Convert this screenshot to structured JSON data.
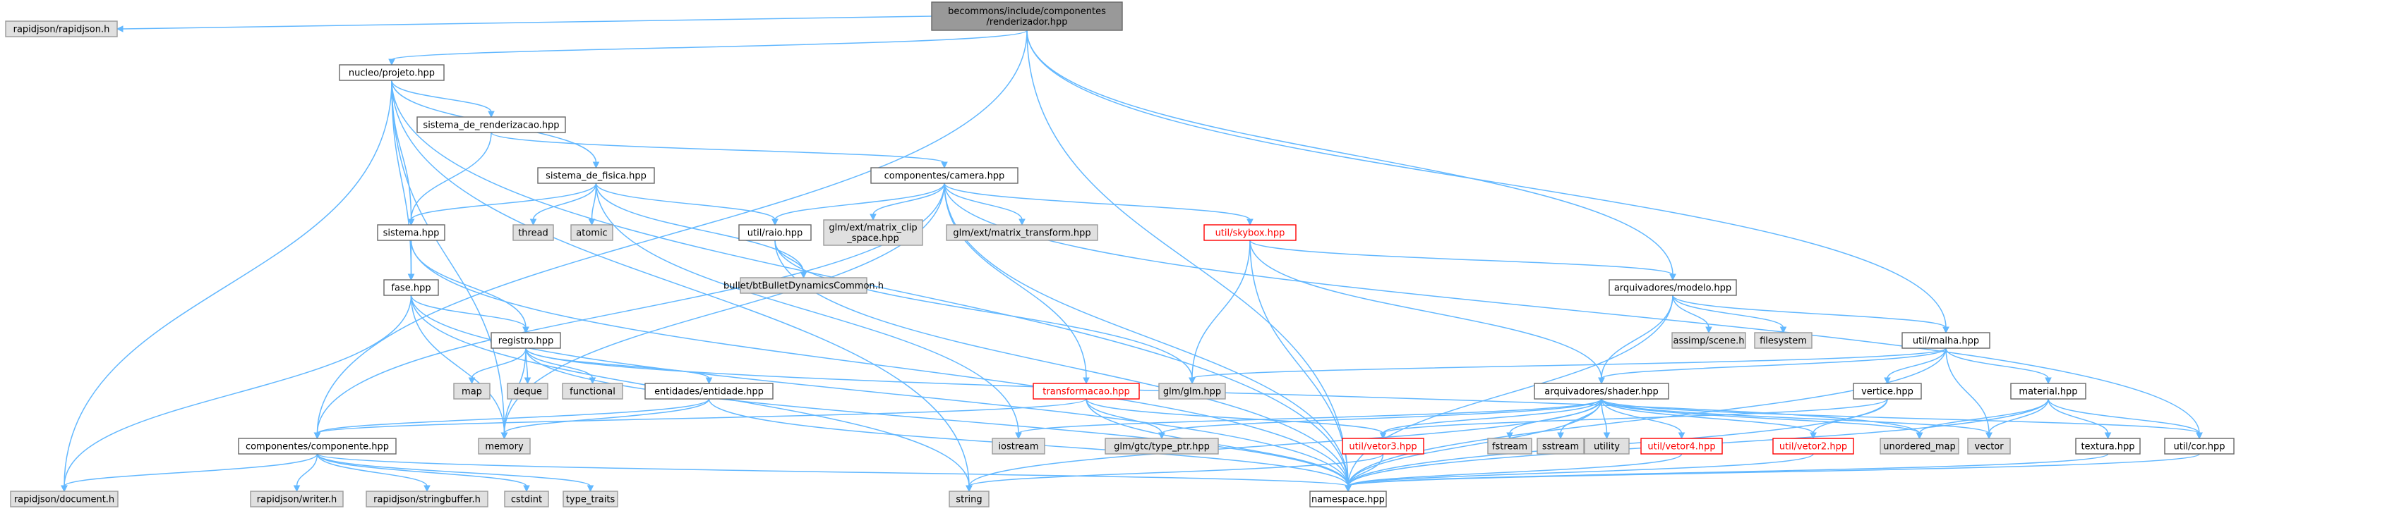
{
  "colors": {
    "root_fill": "#999999",
    "node_fill": "#ffffff",
    "node_stroke": "#666666",
    "external_fill": "#e0e0e0",
    "external_stroke": "#999999",
    "red_stroke": "#ff0000",
    "red_text": "#ff0000",
    "text": "#000000",
    "edge": "#63b8ff"
  },
  "nodes": [
    {
      "id": "root",
      "kind": "root",
      "lines": [
        "becommons/include/componentes",
        "/renderizador.hpp"
      ]
    },
    {
      "id": "rapidjson",
      "kind": "external",
      "lines": [
        "rapidjson/rapidjson.h"
      ]
    },
    {
      "id": "nucleo",
      "kind": "normal",
      "lines": [
        "nucleo/projeto.hpp"
      ]
    },
    {
      "id": "sisrender",
      "kind": "normal",
      "lines": [
        "sistema_de_renderizacao.hpp"
      ]
    },
    {
      "id": "camera",
      "kind": "normal",
      "lines": [
        "componentes/camera.hpp"
      ]
    },
    {
      "id": "fisica",
      "kind": "normal",
      "lines": [
        "sistema_de_fisica.hpp"
      ]
    },
    {
      "id": "sistema",
      "kind": "normal",
      "lines": [
        "sistema.hpp"
      ]
    },
    {
      "id": "thread",
      "kind": "external",
      "lines": [
        "thread"
      ]
    },
    {
      "id": "atomic",
      "kind": "external",
      "lines": [
        "atomic"
      ]
    },
    {
      "id": "raio",
      "kind": "normal",
      "lines": [
        "util/raio.hpp"
      ]
    },
    {
      "id": "clip",
      "kind": "external",
      "lines": [
        "glm/ext/matrix_clip",
        "_space.hpp"
      ]
    },
    {
      "id": "mtrans",
      "kind": "external",
      "lines": [
        "glm/ext/matrix_transform.hpp"
      ]
    },
    {
      "id": "skybox",
      "kind": "red",
      "lines": [
        "util/skybox.hpp"
      ]
    },
    {
      "id": "bullet",
      "kind": "external",
      "lines": [
        "bullet/btBulletDynamicsCommon.h"
      ]
    },
    {
      "id": "modelo",
      "kind": "normal",
      "lines": [
        "arquivadores/modelo.hpp"
      ]
    },
    {
      "id": "fase",
      "kind": "normal",
      "lines": [
        "fase.hpp"
      ]
    },
    {
      "id": "assimp",
      "kind": "external",
      "lines": [
        "assimp/scene.h"
      ]
    },
    {
      "id": "filesystem",
      "kind": "external",
      "lines": [
        "filesystem"
      ]
    },
    {
      "id": "malha",
      "kind": "normal",
      "lines": [
        "util/malha.hpp"
      ]
    },
    {
      "id": "registro",
      "kind": "normal",
      "lines": [
        "registro.hpp"
      ]
    },
    {
      "id": "glm",
      "kind": "external",
      "lines": [
        "glm/glm.hpp"
      ]
    },
    {
      "id": "map",
      "kind": "external",
      "lines": [
        "map"
      ]
    },
    {
      "id": "deque",
      "kind": "external",
      "lines": [
        "deque"
      ]
    },
    {
      "id": "functional",
      "kind": "external",
      "lines": [
        "functional"
      ]
    },
    {
      "id": "entidade",
      "kind": "normal",
      "lines": [
        "entidades/entidade.hpp"
      ]
    },
    {
      "id": "transf",
      "kind": "red",
      "lines": [
        "transformacao.hpp"
      ]
    },
    {
      "id": "shader",
      "kind": "normal",
      "lines": [
        "arquivadores/shader.hpp"
      ]
    },
    {
      "id": "vertice",
      "kind": "normal",
      "lines": [
        "vertice.hpp"
      ]
    },
    {
      "id": "material",
      "kind": "normal",
      "lines": [
        "material.hpp"
      ]
    },
    {
      "id": "memory",
      "kind": "external",
      "lines": [
        "memory"
      ]
    },
    {
      "id": "componente",
      "kind": "normal",
      "lines": [
        "componentes/componente.hpp"
      ]
    },
    {
      "id": "iostream",
      "kind": "external",
      "lines": [
        "iostream"
      ]
    },
    {
      "id": "typeptr",
      "kind": "external",
      "lines": [
        "glm/gtc/type_ptr.hpp"
      ]
    },
    {
      "id": "vetor3",
      "kind": "red",
      "lines": [
        "util/vetor3.hpp"
      ]
    },
    {
      "id": "fstream",
      "kind": "external",
      "lines": [
        "fstream"
      ]
    },
    {
      "id": "sstream",
      "kind": "external",
      "lines": [
        "sstream"
      ]
    },
    {
      "id": "utility",
      "kind": "external",
      "lines": [
        "utility"
      ]
    },
    {
      "id": "vetor4",
      "kind": "red",
      "lines": [
        "util/vetor4.hpp"
      ]
    },
    {
      "id": "vetor2",
      "kind": "red",
      "lines": [
        "util/vetor2.hpp"
      ]
    },
    {
      "id": "umap",
      "kind": "external",
      "lines": [
        "unordered_map"
      ]
    },
    {
      "id": "vector",
      "kind": "external",
      "lines": [
        "vector"
      ]
    },
    {
      "id": "textura",
      "kind": "normal",
      "lines": [
        "textura.hpp"
      ]
    },
    {
      "id": "cor",
      "kind": "normal",
      "lines": [
        "util/cor.hpp"
      ]
    },
    {
      "id": "document",
      "kind": "external",
      "lines": [
        "rapidjson/document.h"
      ]
    },
    {
      "id": "writer",
      "kind": "external",
      "lines": [
        "rapidjson/writer.h"
      ]
    },
    {
      "id": "strbuf",
      "kind": "external",
      "lines": [
        "rapidjson/stringbuffer.h"
      ]
    },
    {
      "id": "cstdint",
      "kind": "external",
      "lines": [
        "cstdint"
      ]
    },
    {
      "id": "typetraits",
      "kind": "external",
      "lines": [
        "type_traits"
      ]
    },
    {
      "id": "string",
      "kind": "external",
      "lines": [
        "string"
      ]
    },
    {
      "id": "namespace",
      "kind": "normal",
      "lines": [
        "namespace.hpp"
      ]
    }
  ],
  "edges": [
    [
      "root",
      "rapidjson"
    ],
    [
      "root",
      "nucleo"
    ],
    [
      "root",
      "componente"
    ],
    [
      "root",
      "modelo"
    ],
    [
      "root",
      "malha"
    ],
    [
      "root",
      "namespace"
    ],
    [
      "nucleo",
      "sisrender"
    ],
    [
      "nucleo",
      "fisica"
    ],
    [
      "nucleo",
      "sistema"
    ],
    [
      "nucleo",
      "fase"
    ],
    [
      "nucleo",
      "document"
    ],
    [
      "nucleo",
      "string"
    ],
    [
      "nucleo",
      "memory"
    ],
    [
      "nucleo",
      "namespace"
    ],
    [
      "sisrender",
      "camera"
    ],
    [
      "sisrender",
      "sistema"
    ],
    [
      "fisica",
      "sistema"
    ],
    [
      "fisica",
      "thread"
    ],
    [
      "fisica",
      "atomic"
    ],
    [
      "fisica",
      "raio"
    ],
    [
      "fisica",
      "bullet"
    ],
    [
      "fisica",
      "iostream"
    ],
    [
      "camera",
      "raio"
    ],
    [
      "camera",
      "clip"
    ],
    [
      "camera",
      "mtrans"
    ],
    [
      "camera",
      "skybox"
    ],
    [
      "camera",
      "transf"
    ],
    [
      "camera",
      "componente"
    ],
    [
      "camera",
      "memory"
    ],
    [
      "camera",
      "cor"
    ],
    [
      "camera",
      "namespace"
    ],
    [
      "sistema",
      "fase"
    ],
    [
      "sistema",
      "registro"
    ],
    [
      "sistema",
      "namespace"
    ],
    [
      "raio",
      "bullet"
    ],
    [
      "raio",
      "glm"
    ],
    [
      "raio",
      "namespace"
    ],
    [
      "skybox",
      "modelo"
    ],
    [
      "skybox",
      "shader"
    ],
    [
      "skybox",
      "glm"
    ],
    [
      "skybox",
      "namespace"
    ],
    [
      "modelo",
      "assimp"
    ],
    [
      "modelo",
      "filesystem"
    ],
    [
      "modelo",
      "malha"
    ],
    [
      "modelo",
      "shader"
    ],
    [
      "modelo",
      "namespace"
    ],
    [
      "fase",
      "registro"
    ],
    [
      "fase",
      "document"
    ],
    [
      "fase",
      "string"
    ],
    [
      "fase",
      "memory"
    ],
    [
      "fase",
      "namespace"
    ],
    [
      "malha",
      "glm"
    ],
    [
      "malha",
      "shader"
    ],
    [
      "malha",
      "vertice"
    ],
    [
      "malha",
      "material"
    ],
    [
      "malha",
      "vector"
    ],
    [
      "malha",
      "namespace"
    ],
    [
      "registro",
      "map"
    ],
    [
      "registro",
      "deque"
    ],
    [
      "registro",
      "functional"
    ],
    [
      "registro",
      "entidade"
    ],
    [
      "registro",
      "memory"
    ],
    [
      "registro",
      "umap"
    ],
    [
      "registro",
      "namespace"
    ],
    [
      "entidade",
      "memory"
    ],
    [
      "entidade",
      "componente"
    ],
    [
      "entidade",
      "namespace"
    ],
    [
      "transf",
      "componente"
    ],
    [
      "transf",
      "typeptr"
    ],
    [
      "transf",
      "vetor3"
    ],
    [
      "transf",
      "namespace"
    ],
    [
      "shader",
      "iostream"
    ],
    [
      "shader",
      "typeptr"
    ],
    [
      "shader",
      "vetor3"
    ],
    [
      "shader",
      "fstream"
    ],
    [
      "shader",
      "sstream"
    ],
    [
      "shader",
      "utility"
    ],
    [
      "shader",
      "vetor4"
    ],
    [
      "shader",
      "vetor2"
    ],
    [
      "shader",
      "umap"
    ],
    [
      "shader",
      "vector"
    ],
    [
      "shader",
      "cor"
    ],
    [
      "shader",
      "string"
    ],
    [
      "shader",
      "namespace"
    ],
    [
      "vertice",
      "vetor3"
    ],
    [
      "vertice",
      "vetor2"
    ],
    [
      "vertice",
      "namespace"
    ],
    [
      "material",
      "umap"
    ],
    [
      "material",
      "vector"
    ],
    [
      "material",
      "textura"
    ],
    [
      "material",
      "cor"
    ],
    [
      "material",
      "namespace"
    ],
    [
      "componente",
      "document"
    ],
    [
      "componente",
      "writer"
    ],
    [
      "componente",
      "strbuf"
    ],
    [
      "componente",
      "cstdint"
    ],
    [
      "componente",
      "typetraits"
    ],
    [
      "componente",
      "namespace"
    ],
    [
      "vetor3",
      "string"
    ],
    [
      "vetor3",
      "namespace"
    ],
    [
      "vetor4",
      "namespace"
    ],
    [
      "vetor2",
      "namespace"
    ],
    [
      "textura",
      "namespace"
    ],
    [
      "cor",
      "namespace"
    ]
  ]
}
